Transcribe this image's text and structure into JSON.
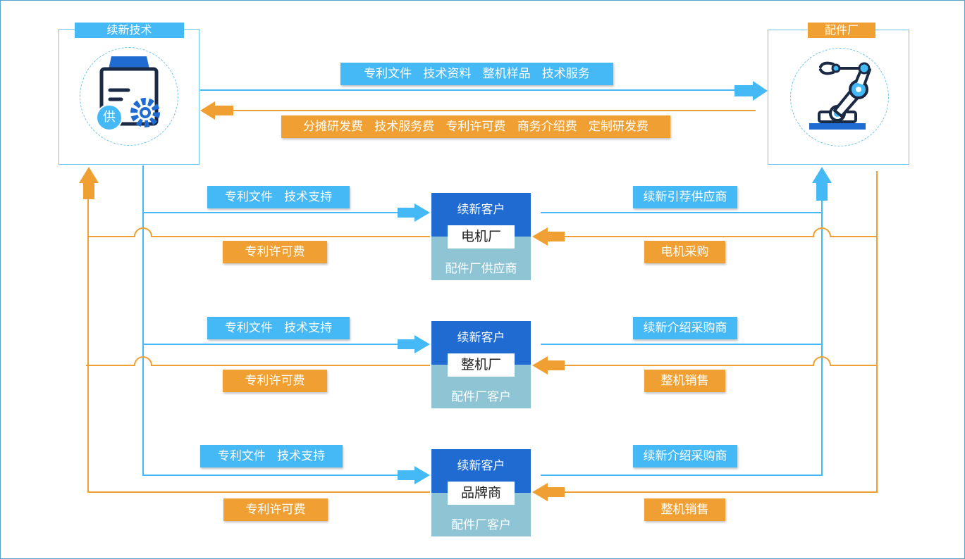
{
  "colors": {
    "blue": "#45b9f5",
    "orange": "#f0a032",
    "dark_blue": "#1f6bd2",
    "teal": "#8ec4d4"
  },
  "left_party": {
    "tag": "续新技术",
    "icon": "supplier-box-gear-icon",
    "badge": "供"
  },
  "right_party": {
    "tag": "配件厂",
    "icon": "robot-arm-icon"
  },
  "top_flows": {
    "to_factory": "专利文件   技术资料   整机样品   技术服务",
    "to_tech": "分摊研发费   技术服务费   专利许可费   商务介绍费   定制研发费"
  },
  "customers": [
    {
      "header": "续新客户",
      "name": "电机厂",
      "role": "配件厂供应商",
      "left_in": "专利文件   技术支持",
      "left_out": "专利许可费",
      "right_in": "续新引荐供应商",
      "right_out": "电机采购"
    },
    {
      "header": "续新客户",
      "name": "整机厂",
      "role": "配件厂客户",
      "left_in": "专利文件   技术支持",
      "left_out": "专利许可费",
      "right_in": "续新介绍采购商",
      "right_out": "整机销售"
    },
    {
      "header": "续新客户",
      "name": "品牌商",
      "role": "配件厂客户",
      "left_in": "专利文件   技术支持",
      "left_out": "专利许可费",
      "right_in": "续新介绍采购商",
      "right_out": "整机销售"
    }
  ]
}
